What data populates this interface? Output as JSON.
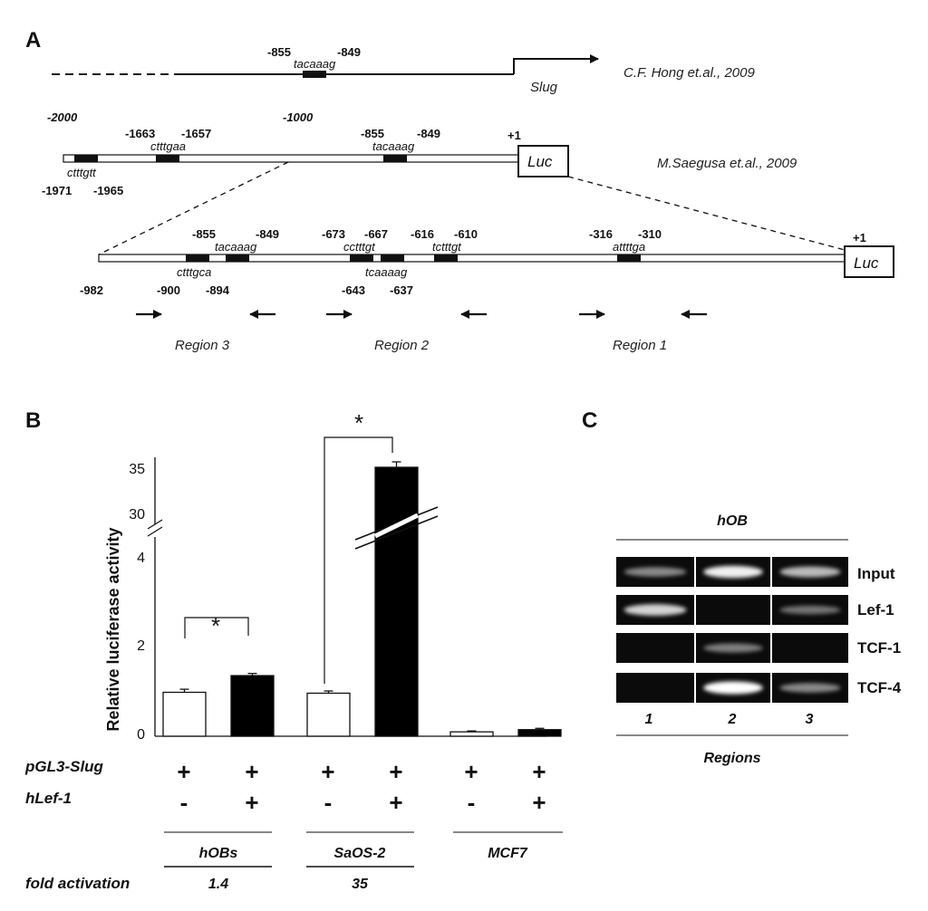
{
  "panels": {
    "a": "A",
    "b": "B",
    "c": "C"
  },
  "panel_a": {
    "track1": {
      "pos_left": "-855",
      "pos_right": "-849",
      "site": "tacaaag",
      "gene": "Slug",
      "citation": "C.F. Hong et.al., 2009"
    },
    "track2": {
      "start": "-2000",
      "mid": "-1000",
      "tss": "+1",
      "reporter": "Luc",
      "citation": "M.Saegusa et.al., 2009",
      "site1": {
        "left": "-1971",
        "right": "-1965",
        "seq": "ctttgtt"
      },
      "site2": {
        "left": "-1663",
        "right": "-1657",
        "seq": "ctttgaa"
      },
      "site3": {
        "left": "-855",
        "right": "-849",
        "seq": "tacaaag"
      }
    },
    "track3": {
      "start": "-982",
      "tss": "+1",
      "reporter": "Luc",
      "site_a": {
        "left": "-900",
        "right": "-894",
        "seq": "ctttgca"
      },
      "site_b": {
        "left": "-855",
        "right": "-849",
        "seq": "tacaaag"
      },
      "site_c": {
        "left": "-673",
        "right": "-667",
        "seq": "cctttgt"
      },
      "site_d": {
        "left": "-643",
        "right": "-637",
        "seq": "tcaaaag"
      },
      "site_e": {
        "left": "-616",
        "right": "-610",
        "seq": "tctttgt"
      },
      "site_f": {
        "left": "-316",
        "right": "-310",
        "seq": "attttga"
      }
    },
    "regions": [
      "Region 3",
      "Region 2",
      "Region 1"
    ]
  },
  "chart_data": {
    "type": "bar",
    "ylabel": "Relative luciferase activity",
    "yticks_lower": [
      "0",
      "2",
      "4"
    ],
    "yticks_upper": [
      "30",
      "35"
    ],
    "axis_break": "between 4 and 30",
    "categories": [
      "hOBs -",
      "hOBs +",
      "SaOS-2 -",
      "SaOS-2 +",
      "MCF7 -",
      "MCF7 +"
    ],
    "values": [
      1.0,
      1.38,
      0.98,
      35,
      0.1,
      0.15
    ],
    "errors": [
      0.07,
      0.05,
      0.05,
      0.6,
      0.02,
      0.03
    ],
    "fills": [
      "#ffffff",
      "#000000",
      "#ffffff",
      "#000000",
      "#ffffff",
      "#000000"
    ],
    "significance": [
      "*",
      "*"
    ],
    "row_labels": {
      "plasmid": "pGL3-Slug",
      "lef": "hLef-1",
      "fold": "fold activation"
    },
    "plasmid_signs": [
      "+",
      "+",
      "+",
      "+",
      "+",
      "+"
    ],
    "lef_signs": [
      "-",
      "+",
      "-",
      "+",
      "-",
      "+"
    ],
    "cell_lines": [
      "hOBs",
      "SaOS-2",
      "MCF7"
    ],
    "fold_values": [
      "1.4",
      "35"
    ]
  },
  "panel_c": {
    "title": "hOB",
    "rows": [
      "Input",
      "Lef-1",
      "TCF-1",
      "TCF-4"
    ],
    "lanes": [
      "1",
      "2",
      "3"
    ],
    "footer": "Regions",
    "intensity": [
      [
        0.55,
        0.95,
        0.75
      ],
      [
        0.85,
        0,
        0.45
      ],
      [
        0,
        0.5,
        0
      ],
      [
        0,
        1.0,
        0.55
      ]
    ]
  }
}
